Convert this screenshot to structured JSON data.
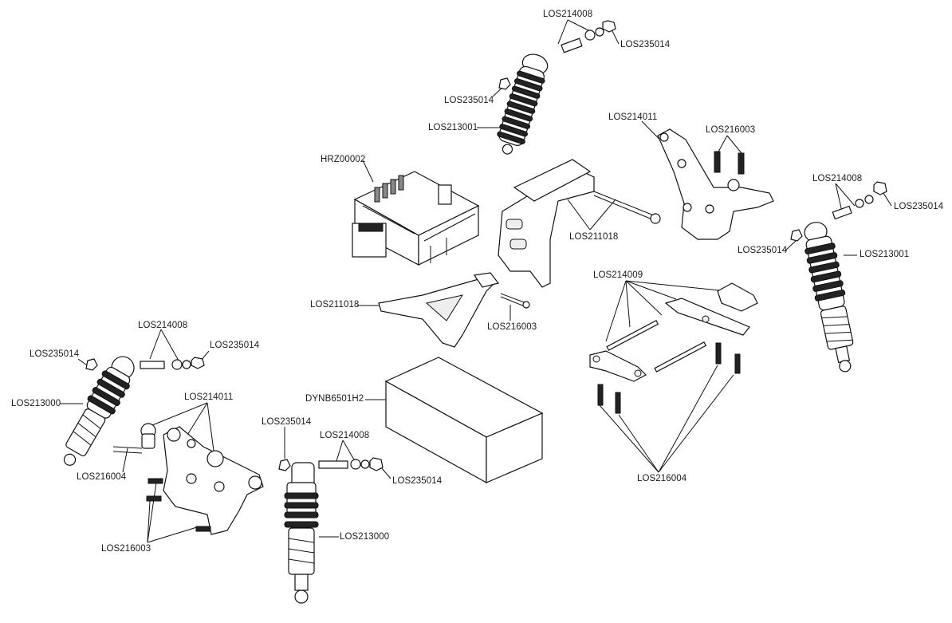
{
  "diagram": {
    "labels": {
      "top_bolt": "LOS214008",
      "top_nut": "LOS235014",
      "top_nut_left": "LOS235014",
      "top_shock": "LOS213001",
      "esc": "HRZ00002",
      "mount_top": "LOS214011",
      "mount_top_screws": "LOS216003",
      "right_bolt": "LOS214008",
      "right_nut": "LOS235014",
      "right_nut_left": "LOS235014",
      "right_shock": "LOS213001",
      "tower": "LOS211018",
      "battery_strap": "LOS211018",
      "strap_screw": "LOS216003",
      "hinge_pins": "LOS214009",
      "hinge_screws": "LOS216004",
      "battery": "DYNB6501H2",
      "left_bolt": "LOS214008",
      "left_nut_right": "LOS235014",
      "left_nut_left": "LOS235014",
      "left_shock": "LOS213000",
      "left_mount": "LOS214011",
      "left_mount_screw": "LOS216004",
      "left_mount_screws": "LOS216003",
      "center_nut": "LOS235014",
      "center_bolt": "LOS214008",
      "center_nut_right": "LOS235014",
      "center_shock": "LOS213000"
    }
  }
}
